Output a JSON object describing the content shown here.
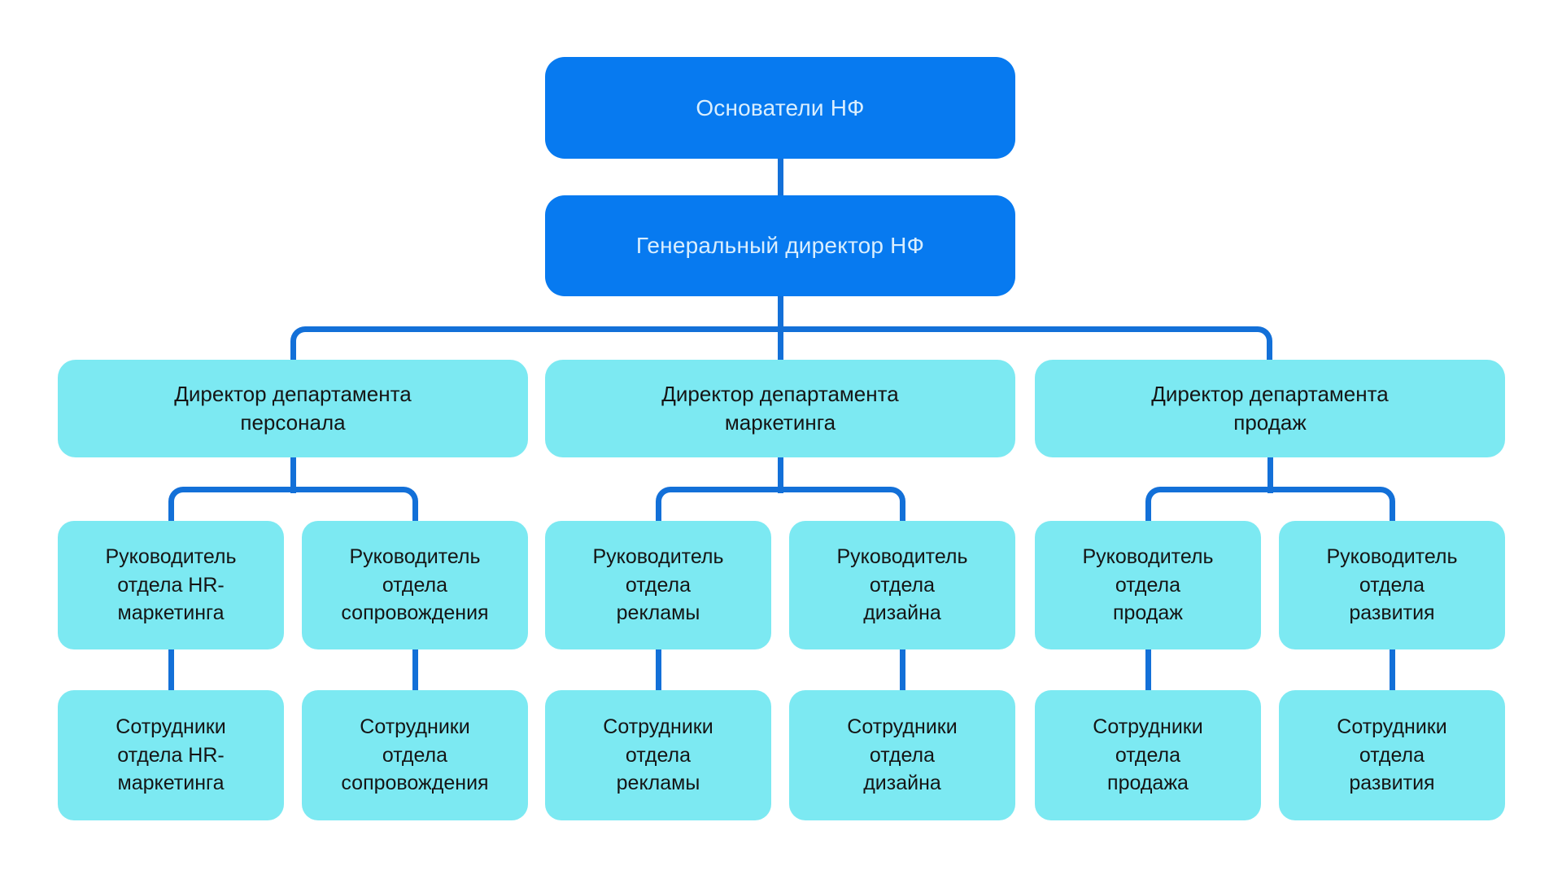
{
  "colors": {
    "node_primary_blue": "#077af0",
    "node_secondary_cyan": "#7ce9f2",
    "connector_blue": "#1370d8",
    "text_on_primary": "#d9eefe",
    "text_on_secondary": "#151515",
    "background": "#ffffff"
  },
  "org_chart": {
    "founders": {
      "label": "Основатели НФ"
    },
    "ceo": {
      "label": "Генеральный директор НФ"
    },
    "departments": [
      {
        "director": {
          "label": "Директор департамента\nперсонала"
        },
        "units": [
          {
            "manager": {
              "label": "Руководитель\nотдела HR-\nмаркетинга"
            },
            "staff": {
              "label": "Сотрудники\nотдела HR-\nмаркетинга"
            }
          },
          {
            "manager": {
              "label": "Руководитель\nотдела\nсопровождения"
            },
            "staff": {
              "label": "Сотрудники\nотдела\nсопровождения"
            }
          }
        ]
      },
      {
        "director": {
          "label": "Директор департамента\nмаркетинга"
        },
        "units": [
          {
            "manager": {
              "label": "Руководитель\nотдела\nрекламы"
            },
            "staff": {
              "label": "Сотрудники\nотдела\nрекламы"
            }
          },
          {
            "manager": {
              "label": "Руководитель\nотдела\nдизайна"
            },
            "staff": {
              "label": "Сотрудники\nотдела\nдизайна"
            }
          }
        ]
      },
      {
        "director": {
          "label": "Директор департамента\nпродаж"
        },
        "units": [
          {
            "manager": {
              "label": "Руководитель\nотдела\nпродаж"
            },
            "staff": {
              "label": "Сотрудники\nотдела\nпродажа"
            }
          },
          {
            "manager": {
              "label": "Руководитель\nотдела\nразвития"
            },
            "staff": {
              "label": "Сотрудники\nотдела\nразвития"
            }
          }
        ]
      }
    ]
  }
}
